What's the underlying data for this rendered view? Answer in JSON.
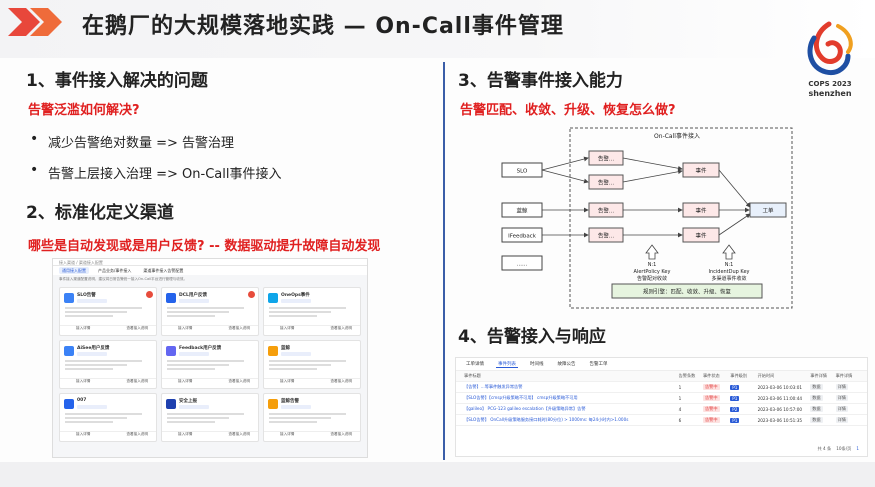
{
  "header": {
    "title": "在鹅厂的大规模落地实践 — On-Call事件管理"
  },
  "logo": {
    "line1": "COPS 2023",
    "line2": "shenzhen"
  },
  "left": {
    "sec1_title": "1、事件接入解决的问题",
    "sec1_question": "告警泛滥如何解决?",
    "sec1_bullets": [
      "减少告警绝对数量 => 告警治理",
      "告警上层接入治理 => On-Call事件接入"
    ],
    "sec2_title": "2、标准化定义渠道",
    "sec2_question": "哪些是自动发现或是用户反馈? -- 数据驱动提升故障自动发现"
  },
  "right": {
    "sec3_title": "3、告警事件接入能力",
    "sec3_question": "告警匹配、收敛、升级、恢复怎么做?",
    "sec4_title": "4、告警接入与响应"
  },
  "diagram": {
    "title": "On-Call事件接入",
    "sources": [
      "SLO",
      "蓝鲸",
      "IFeedback",
      "......"
    ],
    "alert": "告警...",
    "event": "事件",
    "ticket": "工单",
    "n1_left": "N:1",
    "policy_key": "AlertPolicy Key",
    "policy_desc": "告警配对收敛",
    "n1_right": "N:1",
    "dup_key": "IncidentDup Key",
    "dup_desc": "多渠道事件收敛",
    "rule_bar": "规则引擎：匹配、收敛、升级、恢复"
  },
  "shot": {
    "breadcrumb": "接入渠道 / 渠道接入配置",
    "tabs": [
      "通用接入配置",
      "产品业务/事件接入",
      "渠道事件接入告警配置"
    ],
    "note": "事件接入渠道配置说明，建议将日常告警统一接入On-Call平台进行管理与收敛。",
    "cards": [
      {
        "title": "SLO告警",
        "color": "#3b82f6",
        "badge": true
      },
      {
        "title": "DCL用户反馈",
        "color": "#2563eb",
        "badge": true
      },
      {
        "title": "OneOps事件",
        "color": "#0ea5e9",
        "badge": false
      },
      {
        "title": "AiSee用户反馈",
        "color": "#3b82f6",
        "badge": false
      },
      {
        "title": "Feedback用户反馈",
        "color": "#6366f1",
        "badge": false
      },
      {
        "title": "蓝鲸",
        "color": "#f59e0b",
        "badge": false
      },
      {
        "title": "007",
        "color": "#2563eb",
        "badge": false
      },
      {
        "title": "安全上报",
        "color": "#1e40af",
        "badge": false
      },
      {
        "title": "蓝鲸告警",
        "color": "#f59e0b",
        "badge": false
      }
    ],
    "btn_left": "接入详情",
    "btn_right": "查看接入说明"
  },
  "table": {
    "tabs": [
      "工单详情",
      "事件列表",
      "时间线",
      "故障公告",
      "告警工单"
    ],
    "headers": [
      "事件标题",
      "告警条数",
      "事件状态",
      "事件级别",
      "开始时间",
      "事件详情",
      "事件详情"
    ],
    "rows": [
      {
        "title": "【告警】...等事件触发异常告警",
        "count": "1",
        "status": "告警中",
        "level": "P1",
        "time": "2023-03-06 10:03:01",
        "op1": "数据",
        "op2": "详情"
      },
      {
        "title": "【SLO告警】【cmsp升级策略不可用】 cmsp升级策略不可用",
        "count": "1",
        "status": "告警中",
        "level": "P1",
        "time": "2023-03-06 11:00:44",
        "op1": "数据",
        "op2": "详情"
      },
      {
        "title": "【galileo】 PCG-123 galileo escalation【升级策略异常】告警",
        "count": "4",
        "status": "告警中",
        "level": "P2",
        "time": "2023-03-06 10:57:00",
        "op1": "数据",
        "op2": "详情"
      },
      {
        "title": "【SLO告警】 OnCall升级策略服务接口耗时(80分位) > 1000ms: 每24小时内>1.000s",
        "count": "6",
        "status": "告警中",
        "level": "P1",
        "time": "2023-03-06 10:51:35",
        "op1": "数据",
        "op2": "详情"
      }
    ],
    "pager_total": "共 4 条",
    "pager_size": "10条/页",
    "pager_page": "1"
  }
}
